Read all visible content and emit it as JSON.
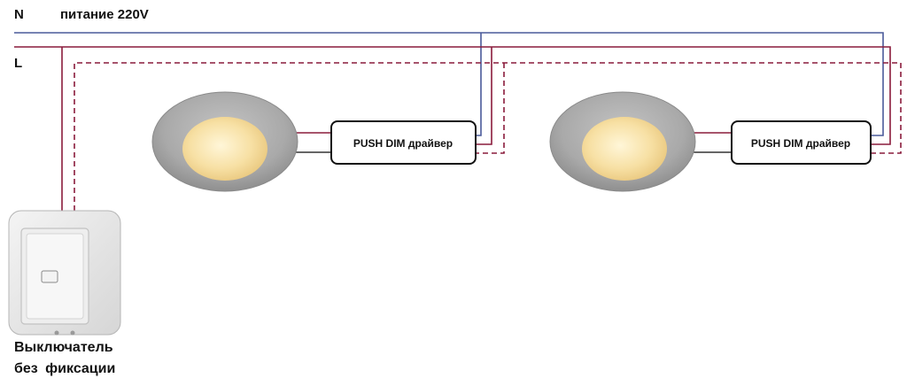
{
  "labels": {
    "neutral": "N",
    "supply": "питание 220V",
    "live": "L",
    "switch_line1": "Выключатель",
    "switch_line2": "без  фиксации"
  },
  "drivers": [
    {
      "label": "PUSH DIM драйвер"
    },
    {
      "label": "PUSH DIM драйвер"
    }
  ],
  "colors": {
    "neutral_wire": "#4a5a9a",
    "live_wire": "#8a1c3c",
    "control_wire": "#8a1c3c",
    "lamp_output_wire": "#333333",
    "lamp_ring": "#a6a6a6",
    "lamp_glow": "#f6dfa2"
  },
  "icons": {
    "lamp": "recessed-downlight-icon",
    "switch": "push-button-switch-icon"
  }
}
